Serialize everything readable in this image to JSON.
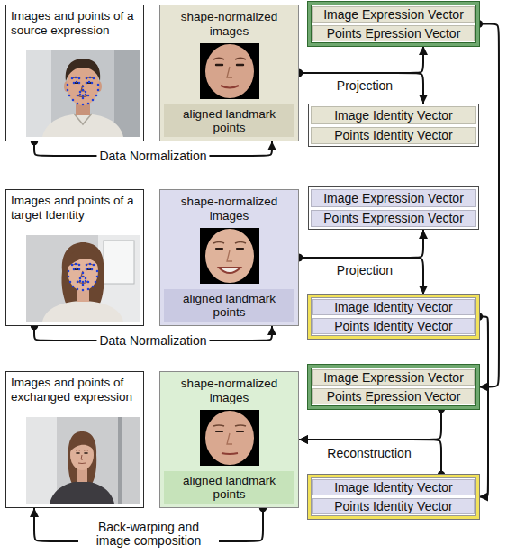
{
  "diagram": {
    "nodes": [
      {
        "text": [
          "Images and points of a source expression"
        ]
      },
      {
        "text": [
          "shape-normalized images",
          "aligned landmark points"
        ]
      },
      {
        "text": [
          "Image Expression Vector",
          "Points Epression Vector"
        ]
      },
      {
        "text": [
          "Image Identity Vector",
          "Points Identity Vector"
        ]
      },
      {
        "text": [
          "Images and points of a target Identity"
        ]
      },
      {
        "text": [
          "shape-normalized images",
          "aligned landmark points"
        ]
      },
      {
        "text": [
          "Image Expression Vector",
          "Points Expression Vector"
        ]
      },
      {
        "text": [
          "Image Identity Vector",
          "Points Identity Vector"
        ]
      },
      {
        "text": [
          "Images and points of exchanged expression"
        ]
      },
      {
        "text": [
          "shape-normalized images",
          "aligned landmark points"
        ]
      },
      {
        "text": [
          "Image Expression Vector",
          "Points Epression Vector"
        ]
      },
      {
        "text": [
          "Image Identity Vector",
          "Points Identity Vector"
        ]
      }
    ],
    "edges": [
      {
        "from": 0,
        "to": 1,
        "arrow": "to",
        "label": "Data Normalization"
      },
      {
        "from": 1,
        "to": 2,
        "arrow": "to",
        "label": "Projection"
      },
      {
        "from": 1,
        "to": 3,
        "arrow": "to"
      },
      {
        "from": 4,
        "to": 5,
        "arrow": "to",
        "label": "Data Normalization"
      },
      {
        "from": 5,
        "to": 6,
        "arrow": "to",
        "label": "Projection"
      },
      {
        "from": 5,
        "to": 7,
        "arrow": "to"
      },
      {
        "from": 2,
        "to": 10,
        "arrow": "to"
      },
      {
        "from": 7,
        "to": 11,
        "arrow": "to"
      },
      {
        "from": 10,
        "to": 9,
        "arrow": "to",
        "label": "Reconstruction"
      },
      {
        "from": 11,
        "to": 9,
        "arrow": "to"
      },
      {
        "from": 9,
        "to": 8,
        "arrow": "to",
        "label": "Back-warping and image composition"
      }
    ]
  }
}
